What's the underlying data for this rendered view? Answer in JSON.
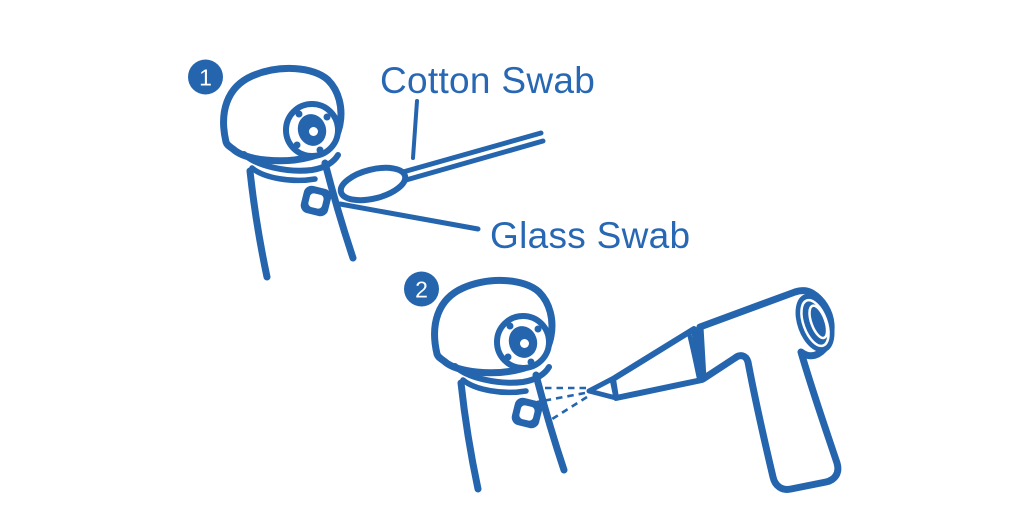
{
  "colors": {
    "background": "#ffffff",
    "line_color": "#2565ae",
    "text_color": "#2767b4",
    "badge_text_color": "#ffffff"
  },
  "steps": [
    "1",
    "2"
  ],
  "labels": {
    "cotton_swab": "Cotton Swab",
    "glass_swab": "Glass Swab"
  },
  "icons": {
    "step1_device": "dental-handpiece-icon",
    "step1_tool": "cotton-swab-icon",
    "step2_device": "dental-handpiece-icon",
    "step2_tool": "air-blower-icon",
    "spray": "air-spray-dashes-icon"
  }
}
